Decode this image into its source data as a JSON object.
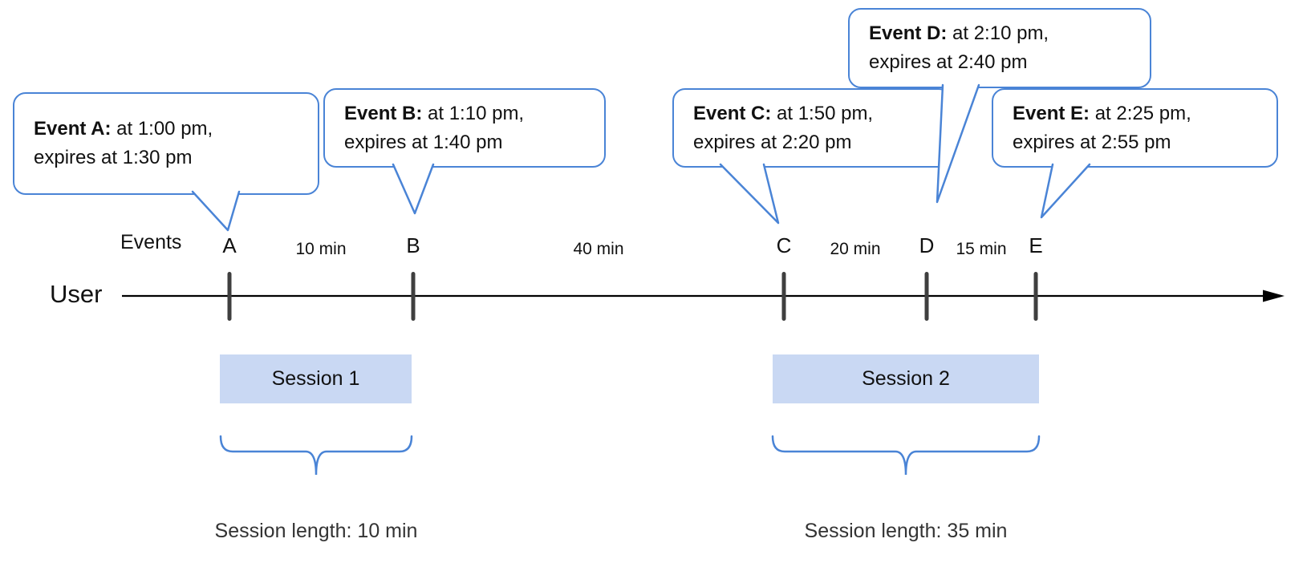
{
  "colors": {
    "accent_blue": "#4a84d6",
    "session_fill": "#c9d8f3",
    "tick_gray": "#3f3f3f",
    "timeline_black": "#000000"
  },
  "labels": {
    "events": "Events",
    "user": "User"
  },
  "events": [
    {
      "letter": "A",
      "callout_bold": "Event A:",
      "callout_rest": " at 1:00 pm,",
      "callout_line2": "expires at 1:30 pm"
    },
    {
      "letter": "B",
      "callout_bold": "Event B:",
      "callout_rest": " at 1:10 pm,",
      "callout_line2": "expires at 1:40 pm"
    },
    {
      "letter": "C",
      "callout_bold": "Event C:",
      "callout_rest": " at 1:50 pm,",
      "callout_line2": "expires at 2:20 pm"
    },
    {
      "letter": "D",
      "callout_bold": "Event D:",
      "callout_rest": " at 2:10 pm,",
      "callout_line2": "expires at 2:40 pm"
    },
    {
      "letter": "E",
      "callout_bold": "Event E:",
      "callout_rest": " at 2:25 pm,",
      "callout_line2": "expires at 2:55 pm"
    }
  ],
  "intervals": [
    {
      "label": "10 min"
    },
    {
      "label": "40 min"
    },
    {
      "label": "20 min"
    },
    {
      "label": "15 min"
    }
  ],
  "sessions": [
    {
      "label": "Session 1",
      "length_label": "Session length: 10 min"
    },
    {
      "label": "Session 2",
      "length_label": "Session length: 35 min"
    }
  ]
}
